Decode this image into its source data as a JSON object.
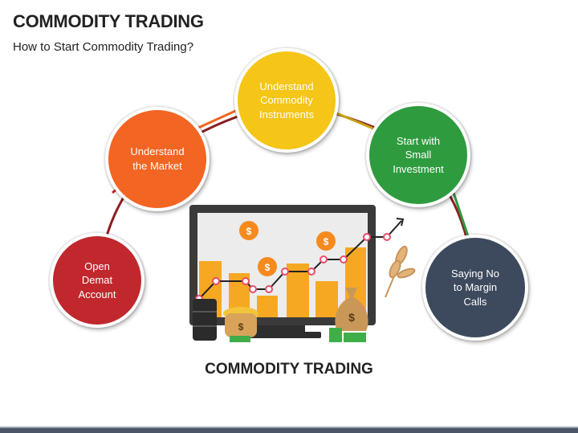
{
  "header": {
    "title": "COMMODITY TRADING",
    "subtitle": "How to Start Commodity Trading?"
  },
  "steps": [
    {
      "label": "Open\nDemat\nAccount",
      "color": "#c0282d"
    },
    {
      "label": "Understand\nthe Market",
      "color": "#f26522"
    },
    {
      "label": "Understand\nCommodity\nInstruments",
      "color": "#f5c518"
    },
    {
      "label": "Start with\nSmall\nInvestment",
      "color": "#2e9b3f"
    },
    {
      "label": "Saying No\nto Margin\nCalls",
      "color": "#3d4a5e"
    }
  ],
  "center_label": "COMMODITY TRADING",
  "illustration": {
    "icons": [
      "monitor-icon",
      "bar-chart-icon",
      "trend-line-icon",
      "dollar-coin-icon",
      "oil-barrel-icon",
      "gold-pot-icon",
      "money-bag-icon",
      "cash-stack-icon",
      "wheat-icon"
    ],
    "colors": {
      "bars": "#f7a823",
      "monitor": "#3a3a3a",
      "screen": "#ececec",
      "line": "#222222",
      "dots": "#e84c6c"
    }
  }
}
